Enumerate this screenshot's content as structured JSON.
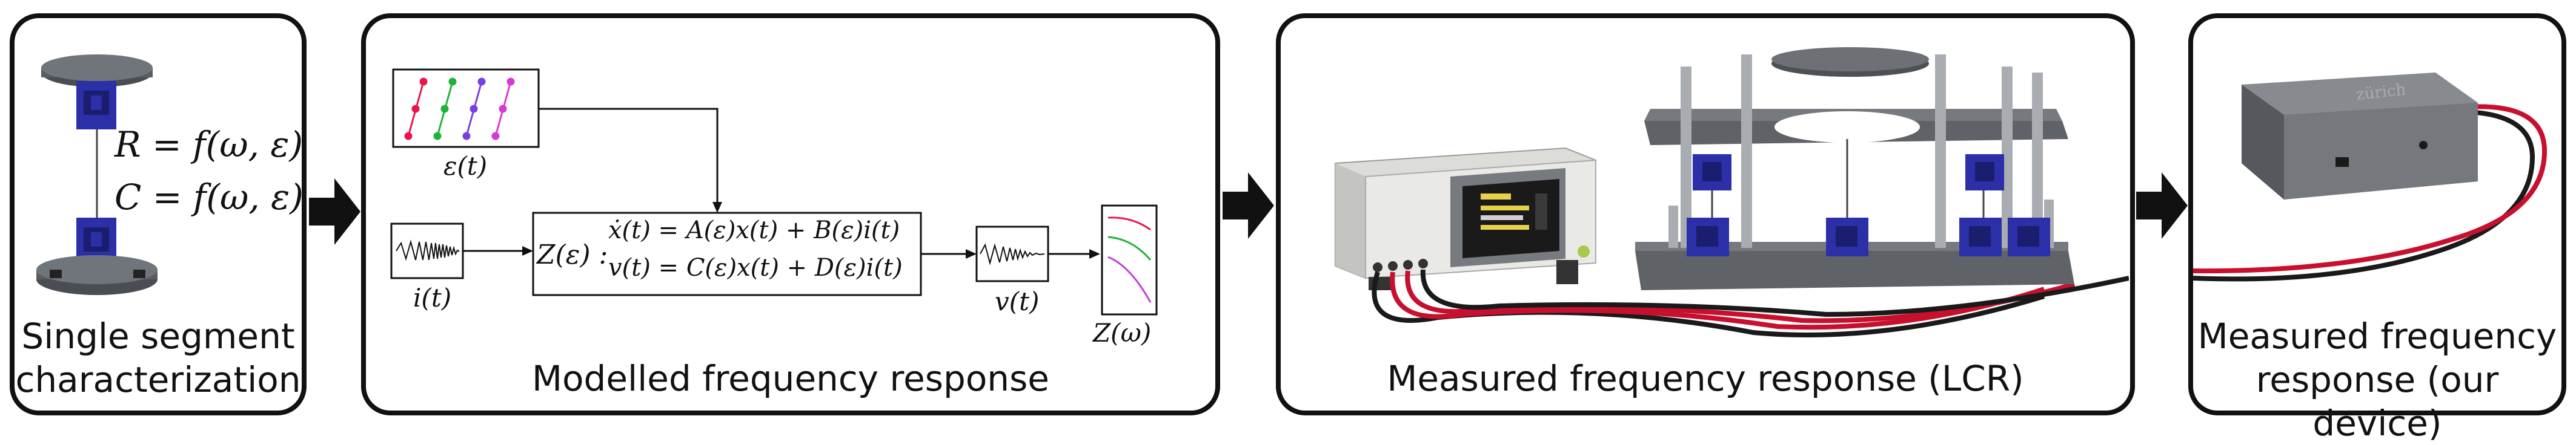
{
  "panels": {
    "single": {
      "caption_line1": "Single segment",
      "caption_line2": "characterization",
      "eq_r": "R = f(ω, ε)",
      "eq_c": "C = f(ω, ε)"
    },
    "modelled": {
      "caption": "Modelled frequency response",
      "epsilon_label": "ε(t)",
      "input_label": "i(t)",
      "output_label": "v(t)",
      "impedance_label": "Z(ω)",
      "model_prefix": "Z(ε) :",
      "state_eq": "ẋ(t) = A(ε)x(t) + B(ε)i(t)",
      "output_eq": "v(t) = C(ε)x(t) + D(ε)i(t)"
    },
    "lcr": {
      "caption": "Measured frequency response (LCR)"
    },
    "device": {
      "caption_line1": "Measured frequency",
      "caption_line2": "response (our device)",
      "logo_text": "zürich"
    }
  },
  "colors": {
    "cable_red": "#c8102e",
    "cable_black": "#1a1a1a",
    "bracket_blue": "#2b2fa8",
    "plate_gray": "#5a5e63",
    "strain_colors": [
      "#e8174b",
      "#1fb33a",
      "#7a3fe0",
      "#d63ad6"
    ],
    "impedance_colors": [
      "#e8174b",
      "#1fb33a",
      "#c23fd6"
    ]
  }
}
